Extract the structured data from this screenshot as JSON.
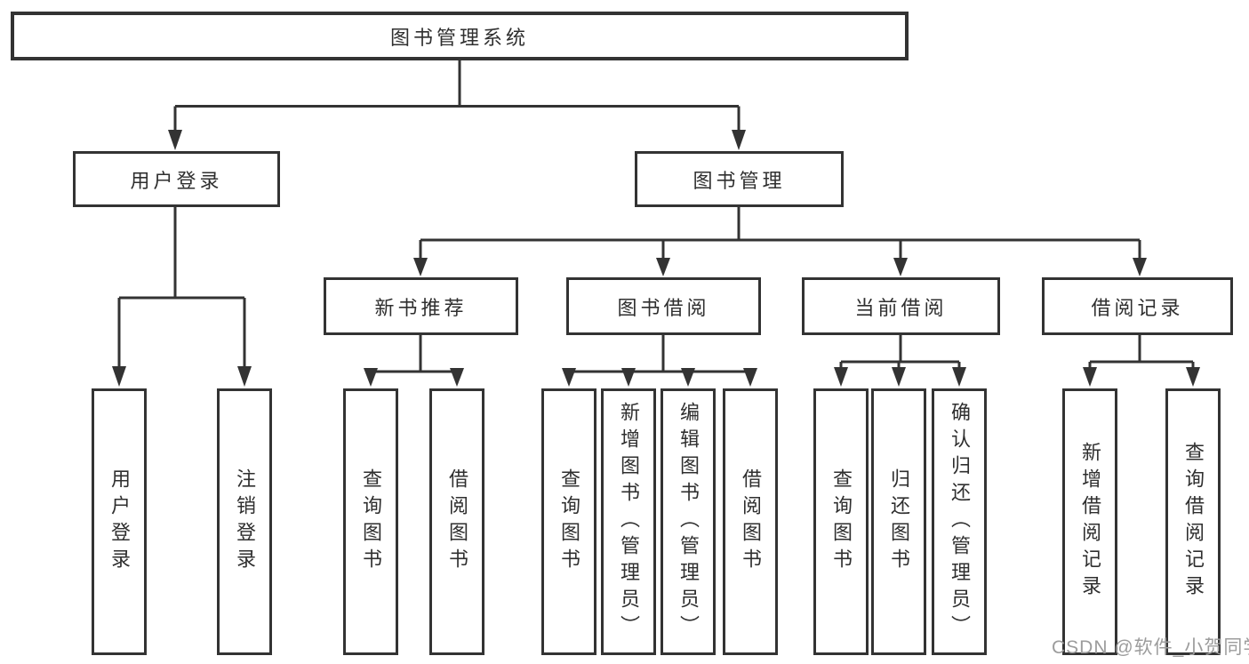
{
  "diagram": {
    "tree": {
      "label": "图书管理系统",
      "children": [
        {
          "label": "用户登录",
          "children": [
            {
              "label": "用户登录"
            },
            {
              "label": "注销登录"
            }
          ]
        },
        {
          "label": "图书管理",
          "children": [
            {
              "label": "新书推荐",
              "children": [
                {
                  "label": "查询图书"
                },
                {
                  "label": "借阅图书"
                }
              ]
            },
            {
              "label": "图书借阅",
              "children": [
                {
                  "label": "查询图书"
                },
                {
                  "label": "新增图书（管理员）"
                },
                {
                  "label": "编辑图书（管理员）"
                },
                {
                  "label": "借阅图书"
                }
              ]
            },
            {
              "label": "当前借阅",
              "children": [
                {
                  "label": "查询图书"
                },
                {
                  "label": "归还图书"
                },
                {
                  "label": "确认归还（管理员）"
                }
              ]
            },
            {
              "label": "借阅记录",
              "children": [
                {
                  "label": "新增借阅记录"
                },
                {
                  "label": "查询借阅记录"
                }
              ]
            }
          ]
        }
      ]
    },
    "watermark": "CSDN @软件_小贺同学",
    "colors": {
      "line": "#333333",
      "text": "#2f2f2f",
      "box_background": "#ffffff",
      "watermark": "#9c9c9c",
      "background": "#ffffff"
    }
  }
}
